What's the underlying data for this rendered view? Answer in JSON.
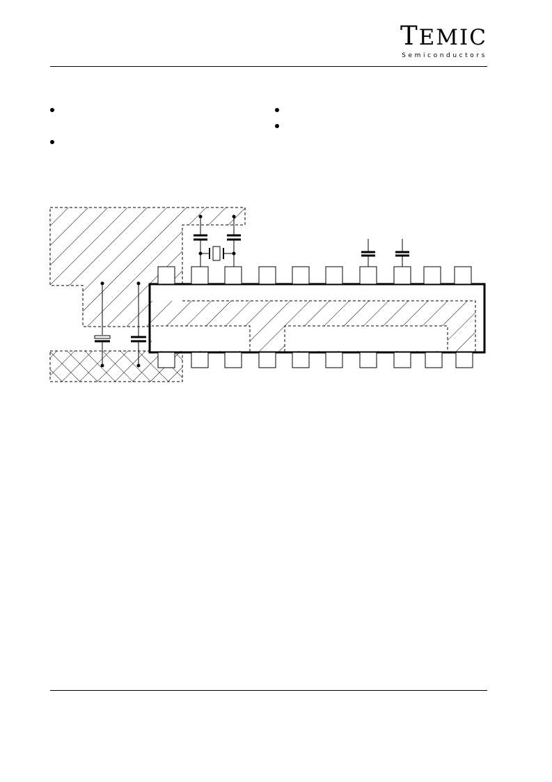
{
  "header": {
    "logo_text": "TEMIC",
    "logo_first": "T",
    "logo_rest": "EMIC",
    "logo_subtitle": "Semiconductors"
  },
  "bullets": {
    "left_count": 2,
    "right_count": 2
  },
  "diagram": {
    "top_pin_count": 10,
    "bottom_pin_count": 10,
    "top_capacitor_count": 4,
    "left_capacitor_count": 2,
    "crystal_count": 1
  }
}
